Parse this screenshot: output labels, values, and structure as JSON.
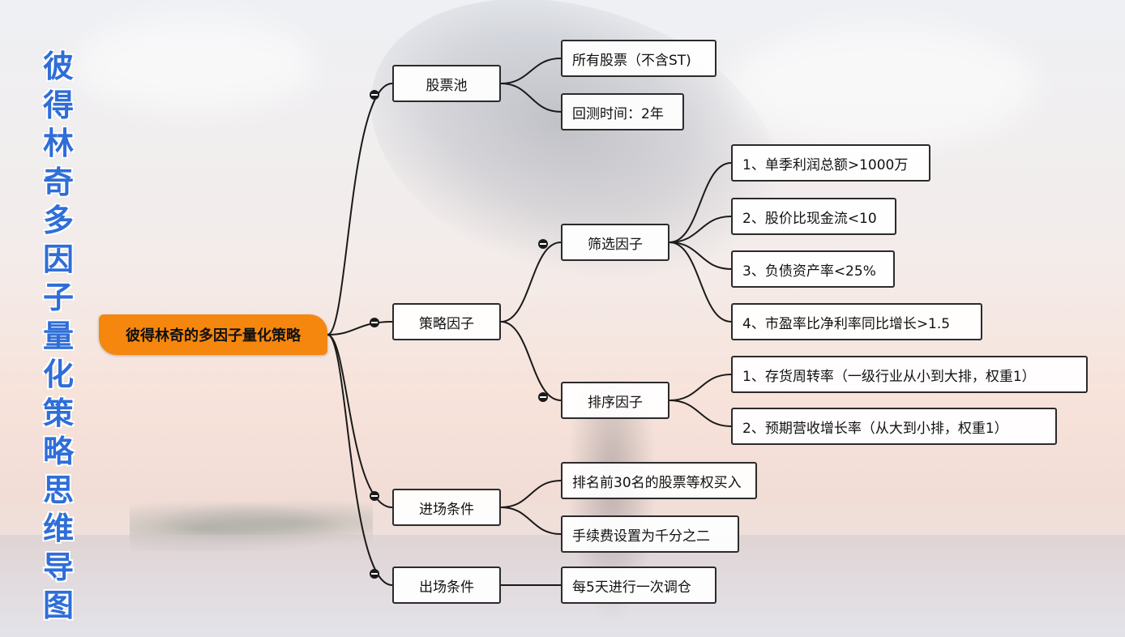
{
  "title_chars": [
    "彼",
    "得",
    "林",
    "奇",
    "多",
    "因",
    "子",
    "量",
    "化",
    "策",
    "略",
    "思",
    "维",
    "导",
    "图"
  ],
  "root": "彼得林奇的多因子量化策略",
  "branches": {
    "pool": {
      "label": "股票池",
      "children": [
        "所有股票（不含ST)",
        "回测时间：2年"
      ]
    },
    "strategy": {
      "label": "策略因子",
      "filter": {
        "label": "筛选因子",
        "children": [
          "1、单季利润总额>1000万",
          "2、股价比现金流<10",
          "3、负债资产率<25%",
          "4、市盈率比净利率同比增长>1.5"
        ]
      },
      "sort": {
        "label": "排序因子",
        "children": [
          "1、存货周转率（一级行业从小到大排，权重1）",
          "2、预期营收增长率（从大到小排，权重1）"
        ]
      }
    },
    "entry": {
      "label": "进场条件",
      "children": [
        "排名前30名的股票等权买入",
        "手续费设置为千分之二"
      ]
    },
    "exit": {
      "label": "出场条件",
      "children": [
        "每5天进行一次调仓"
      ]
    }
  },
  "colors": {
    "title": "#2f6ed8",
    "root": "#f5870f",
    "line": "#1a1a1a"
  }
}
